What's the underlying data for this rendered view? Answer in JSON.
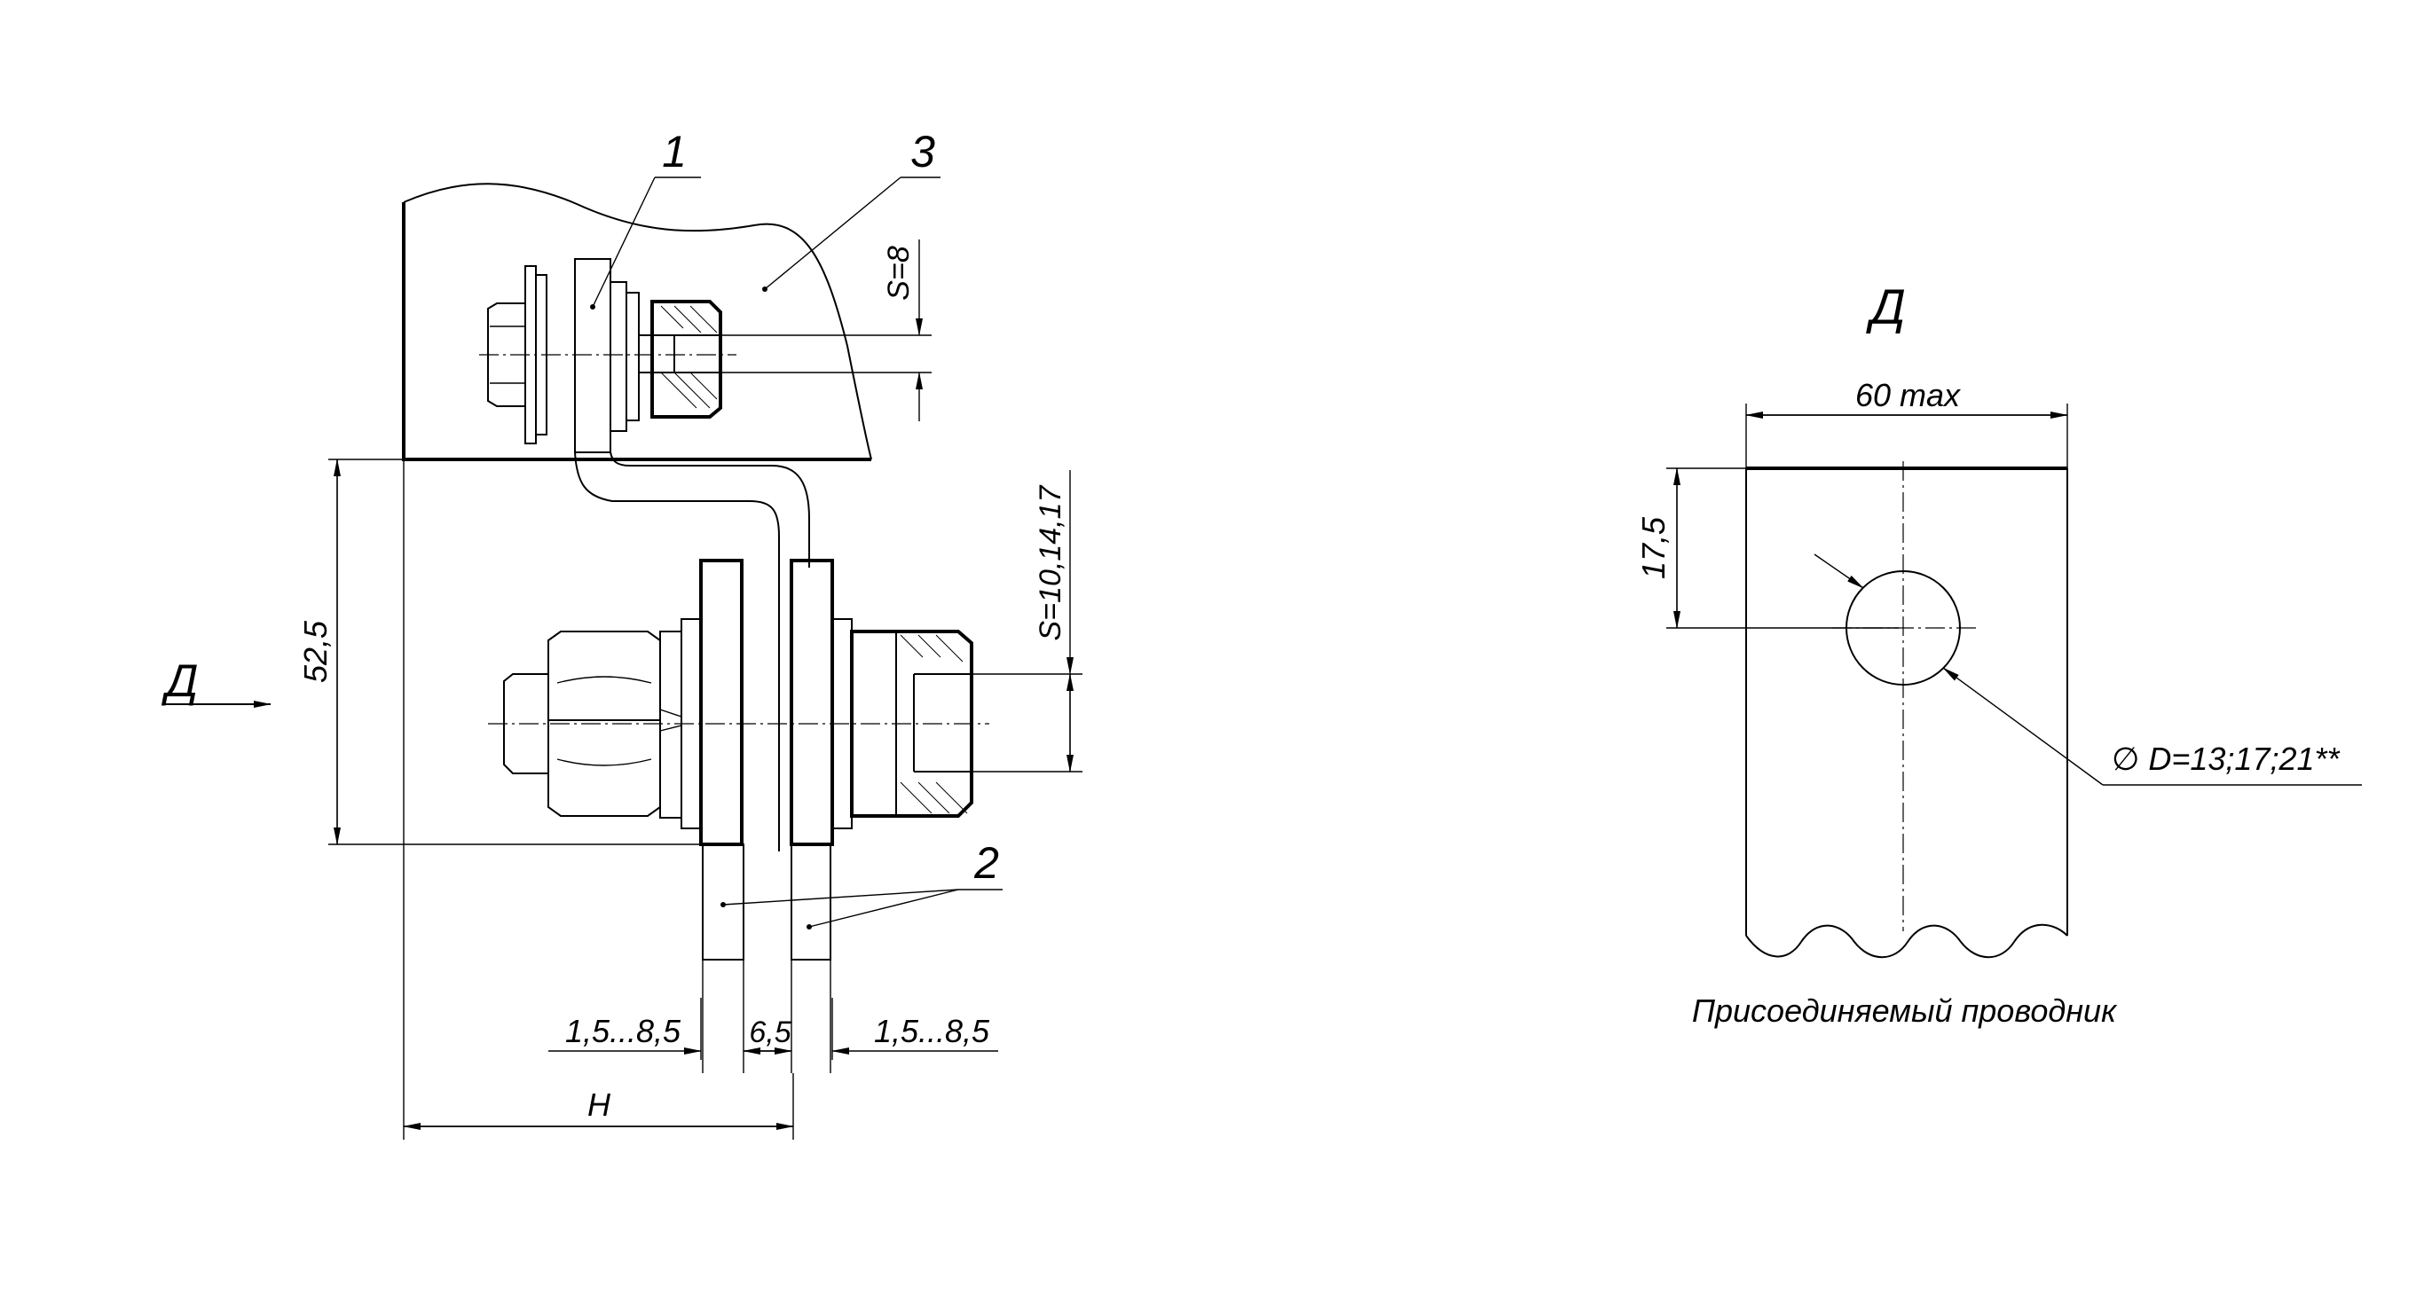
{
  "labels": {
    "part_1": "1",
    "part_2": "2",
    "part_3": "3",
    "view_mark": "Д",
    "view_title": "Д"
  },
  "dimensions": {
    "s_top": "S=8",
    "s_bottom": "S=10,14,17",
    "height": "52,5",
    "gap_left": "1,5...8,5",
    "gap_mid": "6,5",
    "gap_right": "1,5...8,5",
    "h": "H",
    "width_max": "60 max",
    "offset": "17,5",
    "diameter": "∅ D=13;17;21**"
  },
  "caption": "Присоединяемый проводник"
}
